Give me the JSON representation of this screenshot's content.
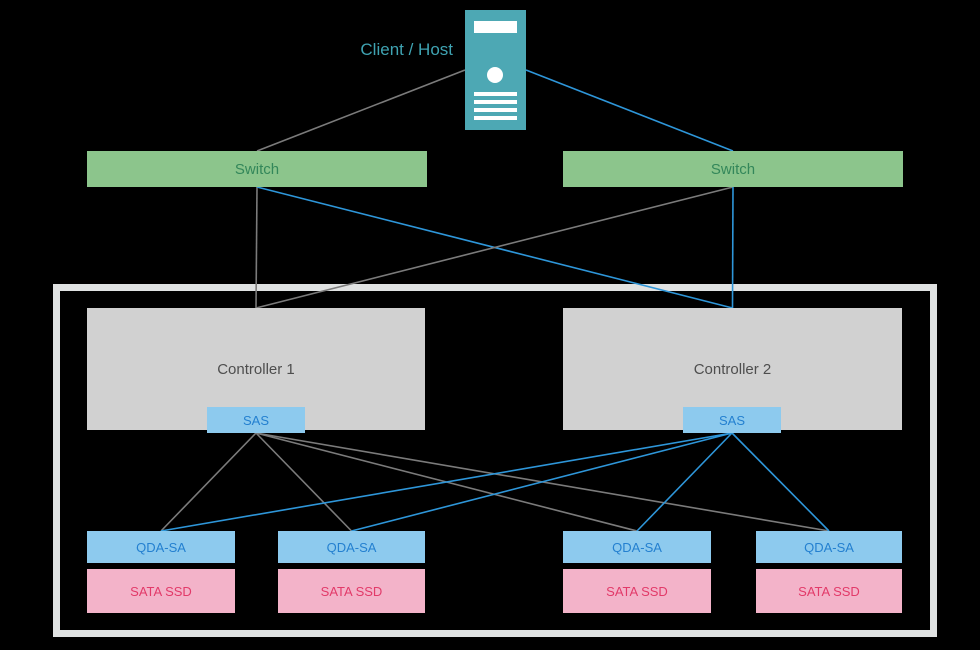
{
  "colors": {
    "background": "#000000",
    "teal": "#4DA8B4",
    "teal_text": "#3FA3B2",
    "green": "#8CC58C",
    "green_text": "#33875A",
    "gray_box": "#D1D1D1",
    "gray_text": "#4E4E4E",
    "light_blue": "#8DCAEE",
    "blue_text": "#2480D0",
    "pink": "#F3B3C9",
    "pink_text": "#E23A69",
    "line_gray": "#7B7B7B",
    "line_blue": "#2E96D9",
    "enclosure_border": "#E0E2E2"
  },
  "client": {
    "label": "Client / Host"
  },
  "switches": [
    {
      "label": "Switch"
    },
    {
      "label": "Switch"
    }
  ],
  "controllers": [
    {
      "label": "Controller 1",
      "port": "SAS"
    },
    {
      "label": "Controller 2",
      "port": "SAS"
    }
  ],
  "drive_stacks": [
    {
      "adapter": "QDA-SA",
      "drive": "SATA SSD"
    },
    {
      "adapter": "QDA-SA",
      "drive": "SATA SSD"
    },
    {
      "adapter": "QDA-SA",
      "drive": "SATA SSD"
    },
    {
      "adapter": "QDA-SA",
      "drive": "SATA SSD"
    }
  ],
  "edges": [
    {
      "from": "server",
      "from_anchor": "left",
      "to": "switch1",
      "to_anchor": "top",
      "color": "gray"
    },
    {
      "from": "server",
      "from_anchor": "right",
      "to": "switch2",
      "to_anchor": "top",
      "color": "blue"
    },
    {
      "from": "switch1",
      "from_anchor": "bottom",
      "to": "controller1",
      "to_anchor": "top",
      "color": "gray"
    },
    {
      "from": "switch1",
      "from_anchor": "bottom",
      "to": "controller2",
      "to_anchor": "top",
      "color": "blue"
    },
    {
      "from": "switch2",
      "from_anchor": "bottom",
      "to": "controller1",
      "to_anchor": "top",
      "color": "gray"
    },
    {
      "from": "switch2",
      "from_anchor": "bottom",
      "to": "controller2",
      "to_anchor": "top",
      "color": "blue"
    },
    {
      "from": "sas1",
      "from_anchor": "bottom",
      "to": "qda1",
      "to_anchor": "top",
      "color": "gray"
    },
    {
      "from": "sas1",
      "from_anchor": "bottom",
      "to": "qda2",
      "to_anchor": "top",
      "color": "gray"
    },
    {
      "from": "sas1",
      "from_anchor": "bottom",
      "to": "qda3",
      "to_anchor": "top",
      "color": "gray"
    },
    {
      "from": "sas1",
      "from_anchor": "bottom",
      "to": "qda4",
      "to_anchor": "top",
      "color": "gray"
    },
    {
      "from": "sas2",
      "from_anchor": "bottom",
      "to": "qda1",
      "to_anchor": "top",
      "color": "blue"
    },
    {
      "from": "sas2",
      "from_anchor": "bottom",
      "to": "qda2",
      "to_anchor": "top",
      "color": "blue"
    },
    {
      "from": "sas2",
      "from_anchor": "bottom",
      "to": "qda3",
      "to_anchor": "top",
      "color": "blue"
    },
    {
      "from": "sas2",
      "from_anchor": "bottom",
      "to": "qda4",
      "to_anchor": "top",
      "color": "blue"
    }
  ]
}
